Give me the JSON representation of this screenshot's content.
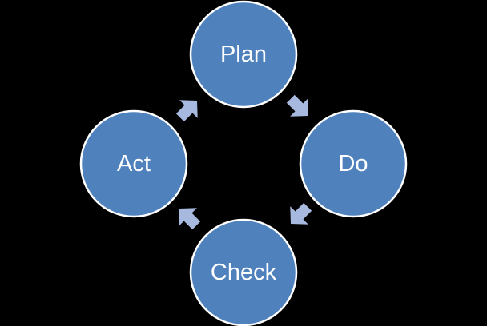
{
  "diagram": {
    "type": "cycle",
    "colors": {
      "background": "#000000",
      "node_fill": "#4f81bd",
      "node_stroke": "#ffffff",
      "node_text": "#ffffff",
      "arrow_fill": "#a7b9de"
    },
    "nodes": [
      {
        "id": "plan",
        "label": "Plan"
      },
      {
        "id": "do",
        "label": "Do"
      },
      {
        "id": "check",
        "label": "Check"
      },
      {
        "id": "act",
        "label": "Act"
      }
    ],
    "edges": [
      {
        "from": "plan",
        "to": "do",
        "icon": "arrow-icon"
      },
      {
        "from": "do",
        "to": "check",
        "icon": "arrow-icon"
      },
      {
        "from": "check",
        "to": "act",
        "icon": "arrow-icon"
      },
      {
        "from": "act",
        "to": "plan",
        "icon": "arrow-icon"
      }
    ]
  }
}
